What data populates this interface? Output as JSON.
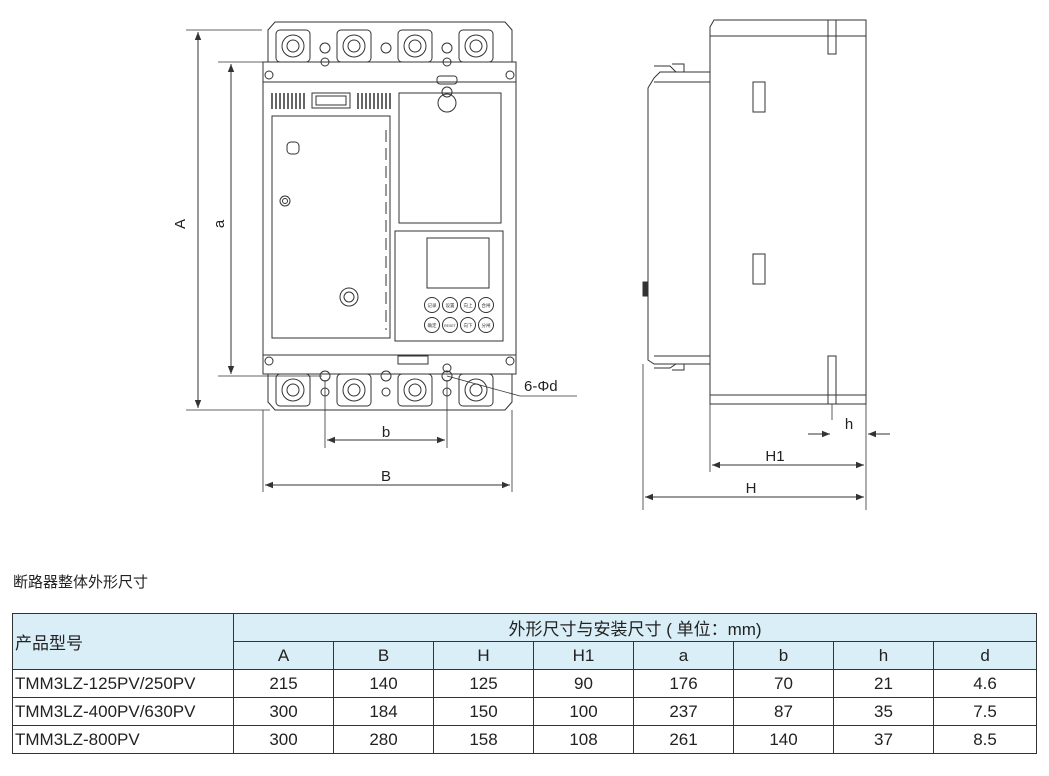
{
  "drawing": {
    "labels": {
      "A": "A",
      "a": "a",
      "b": "b",
      "B": "B",
      "hole": "6-Φd",
      "h": "h",
      "H1": "H1",
      "H": "H"
    },
    "buttons": [
      {
        "label": "记录"
      },
      {
        "label": "设置"
      },
      {
        "label": "向上"
      },
      {
        "label": "合闸"
      },
      {
        "label": "确定"
      },
      {
        "label": "RESET"
      },
      {
        "label": "向下"
      },
      {
        "label": "分闸"
      }
    ]
  },
  "section_title": "断路器整体外形尺寸",
  "table": {
    "product_header": "产品型号",
    "group_header": "外形尺寸与安装尺寸 ( 单位：mm)",
    "columns": [
      "A",
      "B",
      "H",
      "H1",
      "a",
      "b",
      "h",
      "d"
    ],
    "rows": [
      {
        "model": "TMM3LZ-125PV/250PV",
        "values": [
          "215",
          "140",
          "125",
          "90",
          "176",
          "70",
          "21",
          "4.6"
        ]
      },
      {
        "model": "TMM3LZ-400PV/630PV",
        "values": [
          "300",
          "184",
          "150",
          "100",
          "237",
          "87",
          "35",
          "7.5"
        ]
      },
      {
        "model": "TMM3LZ-800PV",
        "values": [
          "300",
          "280",
          "158",
          "108",
          "261",
          "140",
          "37",
          "8.5"
        ]
      }
    ]
  }
}
